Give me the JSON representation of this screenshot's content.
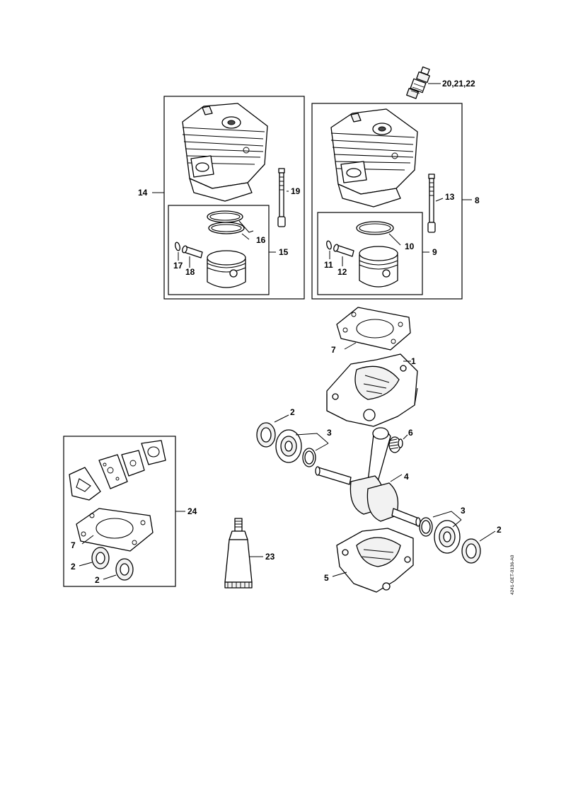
{
  "labels": {
    "l1": "1",
    "l2a": "2",
    "l2b": "2",
    "l2c": "2",
    "l2d": "2",
    "l3a": "3",
    "l3b": "3",
    "l4": "4",
    "l5": "5",
    "l6": "6",
    "l7a": "7",
    "l7b": "7",
    "l8": "8",
    "l9": "9",
    "l10": "10",
    "l11": "11",
    "l12": "12",
    "l13": "13",
    "l14": "14",
    "l15": "15",
    "l16": "16",
    "l17": "17",
    "l18": "18",
    "l19": "19",
    "l20": "20,21,22",
    "l23": "23",
    "l24": "24"
  },
  "drawing_code": "4241-GET-0136-A0"
}
